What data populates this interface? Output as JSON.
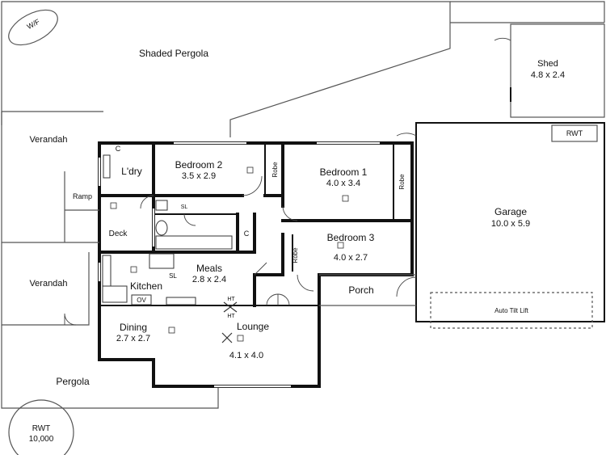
{
  "rooms": {
    "wf": "W/F",
    "shaded_pergola": "Shaded Pergola",
    "shed": {
      "name": "Shed",
      "size": "4.8 x 2.4"
    },
    "verandah_top": "Verandah",
    "ramp": "Ramp",
    "laundry": "L'dry",
    "laundry_cupboard": "C",
    "bedroom2": {
      "name": "Bedroom 2",
      "size": "3.5 x 2.9"
    },
    "robe_b2": "Robe",
    "bedroom1": {
      "name": "Bedroom 1",
      "size": "4.0 x 3.4"
    },
    "robe_b1": "Robe",
    "garage": {
      "name": "Garage",
      "size": "10.0 x 5.9"
    },
    "garage_rwt": "RWT",
    "deck": "Deck",
    "bath_cupboard": "C",
    "sl_bath": "SL",
    "bedroom3": {
      "name": "Bedroom 3",
      "size": "4.0 x 2.7"
    },
    "robe_b3": "Robe",
    "meals": {
      "name": "Meals",
      "size": "2.8 x 2.4"
    },
    "sl_kitchen": "SL",
    "kitchen": "Kitchen",
    "verandah_mid": "Verandah",
    "oven": "OV",
    "ht_top": "HT",
    "ht_bottom": "HT",
    "porch": "Porch",
    "auto_tilt_lift": "Auto Tilt Lift",
    "dining": {
      "name": "Dining",
      "size": "2.7 x 2.7"
    },
    "lounge": {
      "name": "Lounge",
      "size": "4.1 x 4.0"
    },
    "pergola": "Pergola",
    "rwt_tank": {
      "name": "RWT",
      "capacity": "10,000"
    }
  }
}
